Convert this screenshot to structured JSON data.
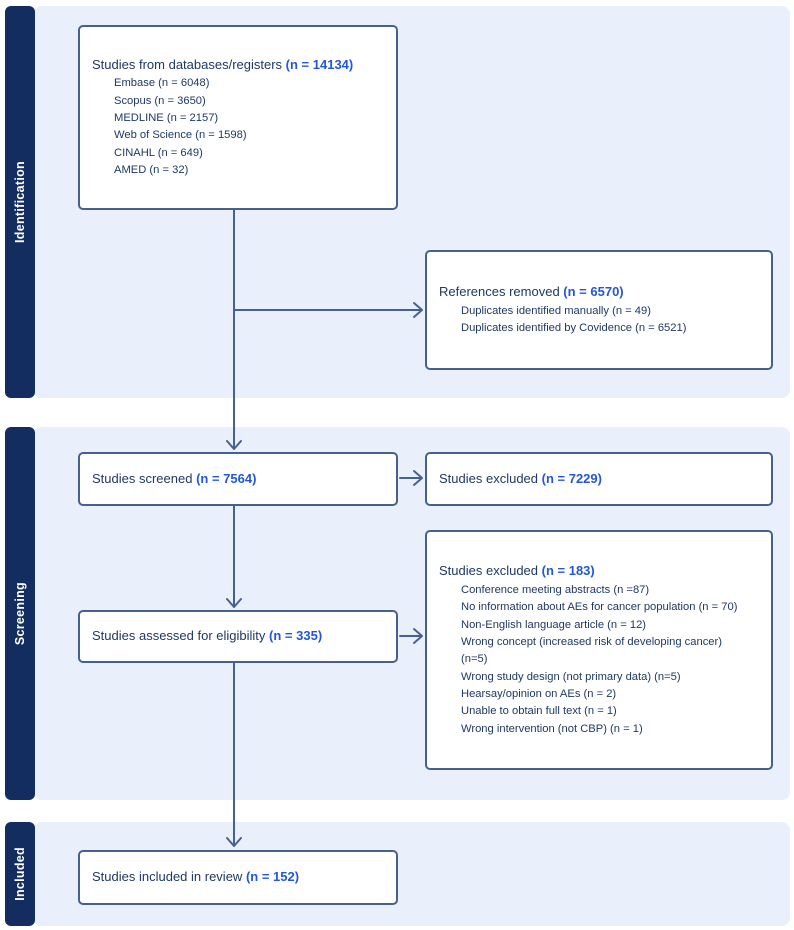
{
  "sidebar": {
    "sections": [
      {
        "label": "Identification"
      },
      {
        "label": "Screening"
      },
      {
        "label": "Included"
      }
    ]
  },
  "boxes": {
    "databases": {
      "title": "Studies from databases/registers",
      "n": "(n = 14134)",
      "items": [
        "Embase (n = 6048)",
        "Scopus (n = 3650)",
        "MEDLINE (n = 2157)",
        "Web of Science (n = 1598)",
        "CINAHL (n = 649)",
        "AMED (n = 32)"
      ]
    },
    "references_removed": {
      "title": "References removed",
      "n": "(n = 6570)",
      "items": [
        "Duplicates identified manually (n = 49)",
        "Duplicates identified by Covidence (n = 6521)"
      ]
    },
    "screened": {
      "title": "Studies screened",
      "n": "(n = 7564)"
    },
    "excluded_screening": {
      "title": "Studies excluded",
      "n": "(n = 7229)"
    },
    "assessed": {
      "title": "Studies assessed for eligibility",
      "n": "(n = 335)"
    },
    "excluded_eligibility": {
      "title": "Studies excluded",
      "n": "(n = 183)",
      "items": [
        "Conference meeting abstracts (n =87)",
        "No information about AEs for cancer population (n = 70)",
        "Non-English language article (n = 12)",
        "Wrong concept (increased risk of developing cancer)",
        "(n=5)",
        "Wrong study design (not primary data) (n=5)",
        "Hearsay/opinion on AEs (n = 2)",
        "Unable to obtain full text (n = 1)",
        "Wrong intervention (not CBP) (n = 1)"
      ]
    },
    "included": {
      "title": "Studies included in review",
      "n": "(n = 152)"
    }
  },
  "colors": {
    "sidebar_navy": "#142d61",
    "panel_blue": "#e9f0fb",
    "box_border": "#47618f",
    "arrow": "#47618f",
    "text_navy": "#1f3864",
    "accent_blue": "#2356d9"
  }
}
